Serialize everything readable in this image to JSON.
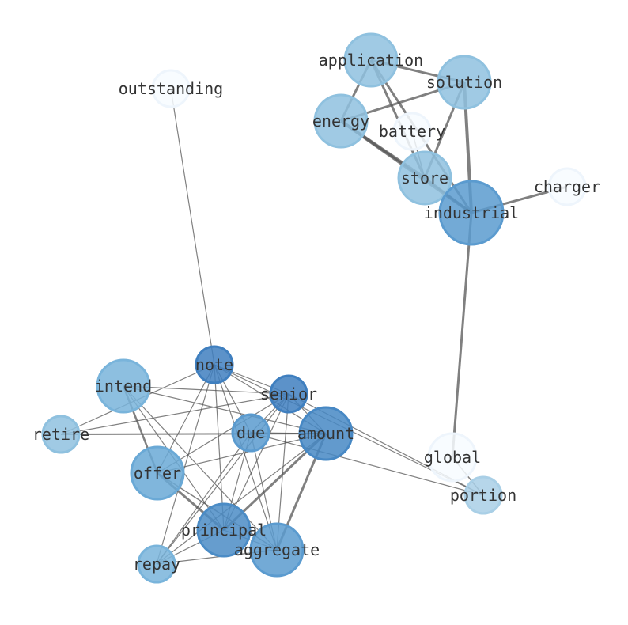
{
  "graph": {
    "nodes": [
      {
        "id": "outstanding",
        "label": "outstanding",
        "color": "#f7fbff"
      },
      {
        "id": "application",
        "label": "application",
        "color": "#8fc1df"
      },
      {
        "id": "solution",
        "label": "solution",
        "color": "#8fc1df"
      },
      {
        "id": "energy",
        "label": "energy",
        "color": "#8fc1df"
      },
      {
        "id": "battery",
        "label": "battery",
        "color": "#f7fbff"
      },
      {
        "id": "store",
        "label": "store",
        "color": "#8fc1df"
      },
      {
        "id": "industrial",
        "label": "industrial",
        "color": "#5b9bcf"
      },
      {
        "id": "charger",
        "label": "charger",
        "color": "#f7fbff"
      },
      {
        "id": "global",
        "label": "global",
        "color": "#f7fbff"
      },
      {
        "id": "portion",
        "label": "portion",
        "color": "#a9cfe6"
      },
      {
        "id": "note",
        "label": "note",
        "color": "#3f7fbf"
      },
      {
        "id": "intend",
        "label": "intend",
        "color": "#79b4db"
      },
      {
        "id": "senior",
        "label": "senior",
        "color": "#3f7fbf"
      },
      {
        "id": "retire",
        "label": "retire",
        "color": "#8fc1df"
      },
      {
        "id": "due",
        "label": "due",
        "color": "#5b9bcf"
      },
      {
        "id": "amount",
        "label": "amount",
        "color": "#4788c4"
      },
      {
        "id": "offer",
        "label": "offer",
        "color": "#6aa9d6"
      },
      {
        "id": "principal",
        "label": "principal",
        "color": "#4b8cc6"
      },
      {
        "id": "aggregate",
        "label": "aggregate",
        "color": "#5b9bcf"
      },
      {
        "id": "repay",
        "label": "repay",
        "color": "#79b4db"
      }
    ],
    "edges": [
      [
        "application",
        "solution",
        3
      ],
      [
        "application",
        "energy",
        3
      ],
      [
        "application",
        "store",
        3
      ],
      [
        "application",
        "industrial",
        3
      ],
      [
        "energy",
        "solution",
        3
      ],
      [
        "energy",
        "store",
        4
      ],
      [
        "energy",
        "industrial",
        4
      ],
      [
        "solution",
        "store",
        3
      ],
      [
        "solution",
        "industrial",
        4
      ],
      [
        "store",
        "industrial",
        3
      ],
      [
        "battery",
        "store",
        1.5
      ],
      [
        "industrial",
        "charger",
        3
      ],
      [
        "industrial",
        "global",
        3
      ],
      [
        "global",
        "portion",
        1.5
      ],
      [
        "outstanding",
        "note",
        1.2
      ],
      [
        "note",
        "senior",
        1.2
      ],
      [
        "note",
        "amount",
        1.2
      ],
      [
        "note",
        "portion",
        1.2
      ],
      [
        "note",
        "due",
        1.2
      ],
      [
        "note",
        "offer",
        1.2
      ],
      [
        "note",
        "principal",
        1.2
      ],
      [
        "note",
        "aggregate",
        1.2
      ],
      [
        "note",
        "repay",
        1.2
      ],
      [
        "note",
        "retire",
        1.2
      ],
      [
        "intend",
        "senior",
        1.2
      ],
      [
        "intend",
        "amount",
        1.2
      ],
      [
        "intend",
        "offer",
        2.5
      ],
      [
        "intend",
        "principal",
        1.2
      ],
      [
        "intend",
        "aggregate",
        1.2
      ],
      [
        "retire",
        "senior",
        1.2
      ],
      [
        "retire",
        "amount",
        2
      ],
      [
        "senior",
        "due",
        1.2
      ],
      [
        "senior",
        "amount",
        1.2
      ],
      [
        "senior",
        "portion",
        1.2
      ],
      [
        "senior",
        "principal",
        1.2
      ],
      [
        "senior",
        "aggregate",
        1.2
      ],
      [
        "senior",
        "repay",
        1.2
      ],
      [
        "senior",
        "offer",
        1.2
      ],
      [
        "due",
        "amount",
        1.2
      ],
      [
        "due",
        "portion",
        1.2
      ],
      [
        "due",
        "principal",
        1.2
      ],
      [
        "due",
        "aggregate",
        1.2
      ],
      [
        "due",
        "repay",
        1.2
      ],
      [
        "amount",
        "offer",
        1.2
      ],
      [
        "amount",
        "principal",
        3
      ],
      [
        "amount",
        "aggregate",
        3
      ],
      [
        "amount",
        "repay",
        1.2
      ],
      [
        "offer",
        "principal",
        3
      ],
      [
        "offer",
        "aggregate",
        1.5
      ],
      [
        "principal",
        "aggregate",
        1.2
      ],
      [
        "principal",
        "repay",
        1.2
      ],
      [
        "aggregate",
        "repay",
        1.2
      ]
    ]
  }
}
